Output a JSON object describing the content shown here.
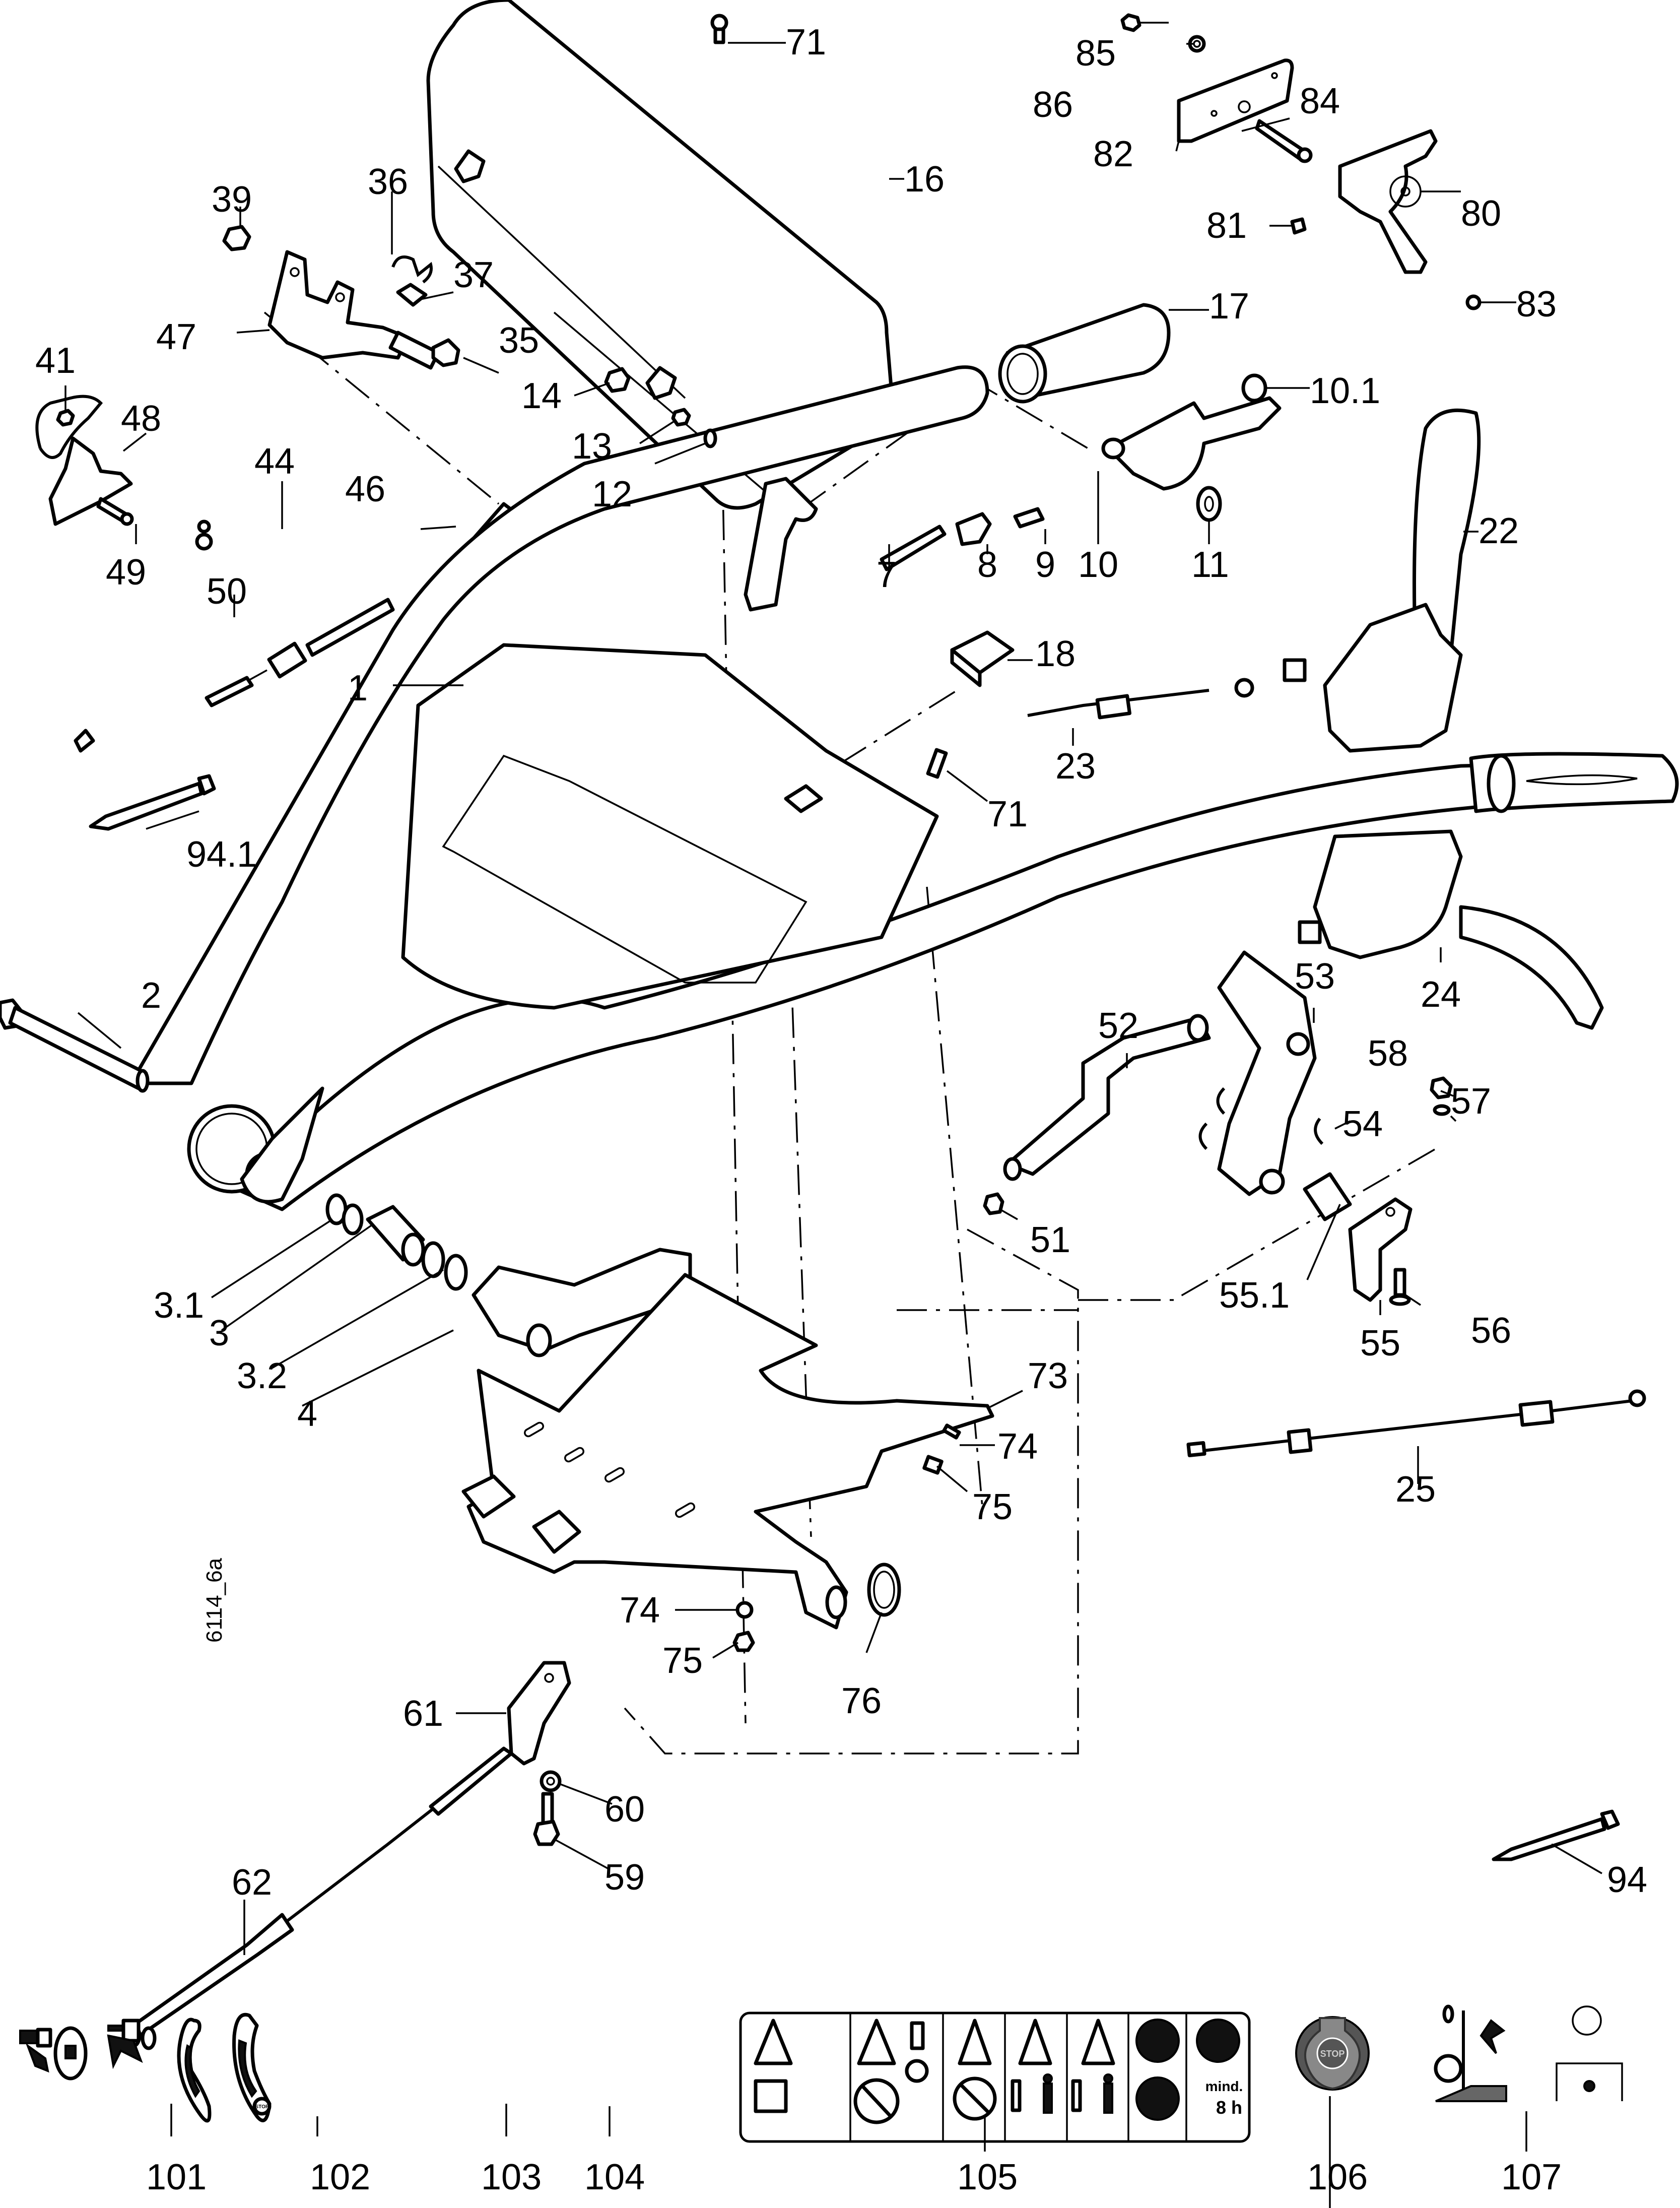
{
  "diagram": {
    "figure_id": "6114_6a",
    "callouts": [
      {
        "id": "71a",
        "label": "71"
      },
      {
        "id": "16",
        "label": "16"
      },
      {
        "id": "85",
        "label": "85"
      },
      {
        "id": "86",
        "label": "86"
      },
      {
        "id": "84",
        "label": "84"
      },
      {
        "id": "82",
        "label": "82"
      },
      {
        "id": "80",
        "label": "80"
      },
      {
        "id": "81",
        "label": "81"
      },
      {
        "id": "83",
        "label": "83"
      },
      {
        "id": "39",
        "label": "39"
      },
      {
        "id": "36",
        "label": "36"
      },
      {
        "id": "37",
        "label": "37"
      },
      {
        "id": "47",
        "label": "47"
      },
      {
        "id": "35",
        "label": "35"
      },
      {
        "id": "41",
        "label": "41"
      },
      {
        "id": "48",
        "label": "48"
      },
      {
        "id": "44",
        "label": "44"
      },
      {
        "id": "49",
        "label": "49"
      },
      {
        "id": "46",
        "label": "46"
      },
      {
        "id": "50",
        "label": "50"
      },
      {
        "id": "14",
        "label": "14"
      },
      {
        "id": "13",
        "label": "13"
      },
      {
        "id": "12",
        "label": "12"
      },
      {
        "id": "17",
        "label": "17"
      },
      {
        "id": "10.1",
        "label": "10.1"
      },
      {
        "id": "22",
        "label": "22"
      },
      {
        "id": "7",
        "label": "7"
      },
      {
        "id": "8",
        "label": "8"
      },
      {
        "id": "9",
        "label": "9"
      },
      {
        "id": "10",
        "label": "10"
      },
      {
        "id": "11",
        "label": "11"
      },
      {
        "id": "18",
        "label": "18"
      },
      {
        "id": "1",
        "label": "1"
      },
      {
        "id": "23",
        "label": "23"
      },
      {
        "id": "71b",
        "label": "71"
      },
      {
        "id": "94.1",
        "label": "94.1"
      },
      {
        "id": "2",
        "label": "2"
      },
      {
        "id": "24",
        "label": "24"
      },
      {
        "id": "53",
        "label": "53"
      },
      {
        "id": "52",
        "label": "52"
      },
      {
        "id": "58",
        "label": "58"
      },
      {
        "id": "57",
        "label": "57"
      },
      {
        "id": "54",
        "label": "54"
      },
      {
        "id": "51",
        "label": "51"
      },
      {
        "id": "55.1",
        "label": "55.1"
      },
      {
        "id": "55",
        "label": "55"
      },
      {
        "id": "56",
        "label": "56"
      },
      {
        "id": "3.1",
        "label": "3.1"
      },
      {
        "id": "3",
        "label": "3"
      },
      {
        "id": "3.2",
        "label": "3.2"
      },
      {
        "id": "4",
        "label": "4"
      },
      {
        "id": "73",
        "label": "73"
      },
      {
        "id": "74a",
        "label": "74"
      },
      {
        "id": "75a",
        "label": "75"
      },
      {
        "id": "25",
        "label": "25"
      },
      {
        "id": "74b",
        "label": "74"
      },
      {
        "id": "75b",
        "label": "75"
      },
      {
        "id": "76",
        "label": "76"
      },
      {
        "id": "61",
        "label": "61"
      },
      {
        "id": "60",
        "label": "60"
      },
      {
        "id": "62",
        "label": "62"
      },
      {
        "id": "59",
        "label": "59"
      },
      {
        "id": "94",
        "label": "94"
      },
      {
        "id": "101",
        "label": "101"
      },
      {
        "id": "102",
        "label": "102"
      },
      {
        "id": "103",
        "label": "103"
      },
      {
        "id": "104",
        "label": "104"
      },
      {
        "id": "105",
        "label": "105"
      },
      {
        "id": "106",
        "label": "106"
      },
      {
        "id": "107",
        "label": "107"
      }
    ],
    "decals": {
      "stop_text": "STOP",
      "mind_text": "mind.",
      "hours_text": "8 h"
    }
  }
}
